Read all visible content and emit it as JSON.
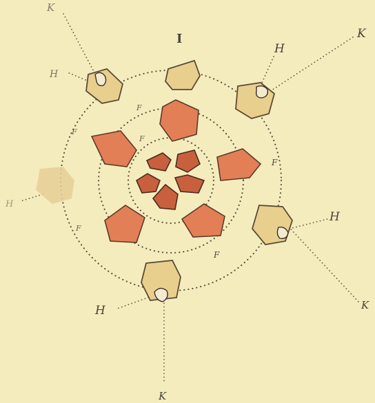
{
  "plate": {
    "labels": {
      "top": "I",
      "f": "F",
      "h": "H",
      "k": "K",
      "top_left_h": "H",
      "top_left_k": "K",
      "faded_h": "H"
    },
    "colors": {
      "background": "#f5ecbe",
      "red_plate": "#e27f57",
      "dark_red_plate": "#c8603e",
      "tan_plate": "#e8cf8e"
    }
  }
}
